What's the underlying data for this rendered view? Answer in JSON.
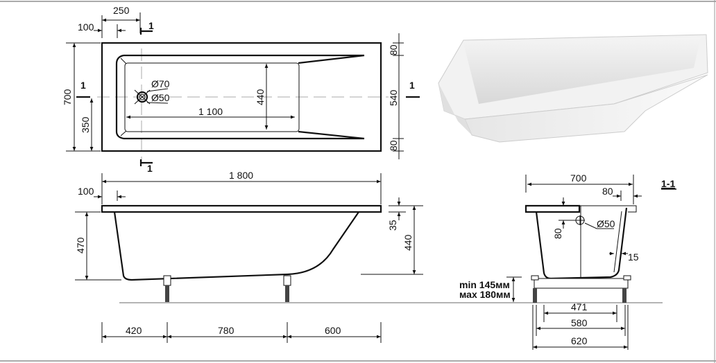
{
  "top_view": {
    "dims": {
      "d250": "250",
      "d100": "100",
      "section_mark": "1",
      "d700": "700",
      "d350": "350",
      "d70": "Ø70",
      "d50": "Ø50",
      "d1100": "1 100",
      "d440": "440",
      "d80a": "80",
      "d540": "540",
      "d80b": "80"
    }
  },
  "side_view": {
    "dims": {
      "d1800": "1 800",
      "d100": "100",
      "d470": "470",
      "d35": "35",
      "d440": "440",
      "d420": "420",
      "d780": "780",
      "d600": "600"
    }
  },
  "section_view": {
    "title": "1-1",
    "dims": {
      "d700": "700",
      "d80": "80",
      "d80v": "80",
      "d50": "Ø50",
      "d15": "15",
      "d471": "471",
      "d580": "580",
      "d620": "620"
    },
    "height_min": "min 145мм",
    "height_max": "мах 180мм"
  },
  "photo": {
    "icon": "bathtub-photo"
  }
}
